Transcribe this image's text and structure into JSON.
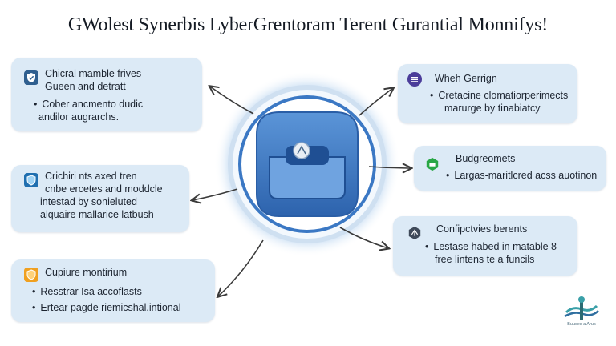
{
  "title": "GWolest Synerbis LyberGrentoram Terent Gurantial Monnifys!",
  "cards": {
    "top_left": {
      "icon": "shield-check-icon",
      "line1": "Chicral mamble frives",
      "line2": "Gueen and detratt",
      "bullet1": "Cober ancmento dudic",
      "bullet1_cont": "andilor augrarchs."
    },
    "mid_left": {
      "icon": "shield-icon",
      "line1": "Crichiri nts axed tren",
      "line2": "cnbe ercetes and moddcle",
      "line3": "intestad by sonieluted",
      "line4": "alquaire mallarice latbush"
    },
    "bottom_left": {
      "icon": "shield-orange-icon",
      "heading": "Cupiure montirium",
      "bullet1": "Resstrar Isa accoflasts",
      "bullet2": "Ertear pagde riemicshal.intional"
    },
    "top_right": {
      "icon": "list-icon",
      "heading": "Wheh Gerrign",
      "bullet1": "Cretacine clomatiorperimects",
      "bullet1_cont": "marurge by tinabiatcy"
    },
    "mid_right": {
      "icon": "hexagon-icon",
      "heading": "Budgreomets",
      "bullet1": "Largas-maritlcred acss auotinon"
    },
    "bottom_right": {
      "icon": "network-icon",
      "heading": "Confipctvies berents",
      "bullet1": "Lestase habed in matable 8",
      "bullet1_cont": "free lintens te a funcils"
    }
  },
  "logo_caption": "Buuces a Arus",
  "colors": {
    "card_bg": "#dceaf6",
    "hub_blue": "#3b78c4",
    "hub_dark": "#1f4f93",
    "accent_green": "#28a745",
    "accent_orange": "#f0a020",
    "accent_purple": "#4b3d9a"
  }
}
